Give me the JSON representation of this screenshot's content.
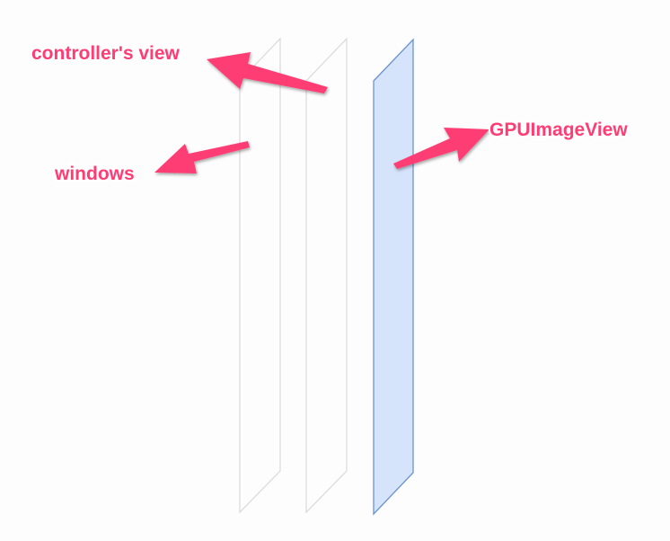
{
  "colors": {
    "accent": "#ff3d74",
    "layer_outline": "#d9d9dc",
    "gpu_fill": "#d6e4fb",
    "gpu_stroke": "#6b93d0"
  },
  "labels": {
    "controller_view": "controller's view",
    "windows": "windows",
    "gpu_image_view": "GPUImageView"
  }
}
